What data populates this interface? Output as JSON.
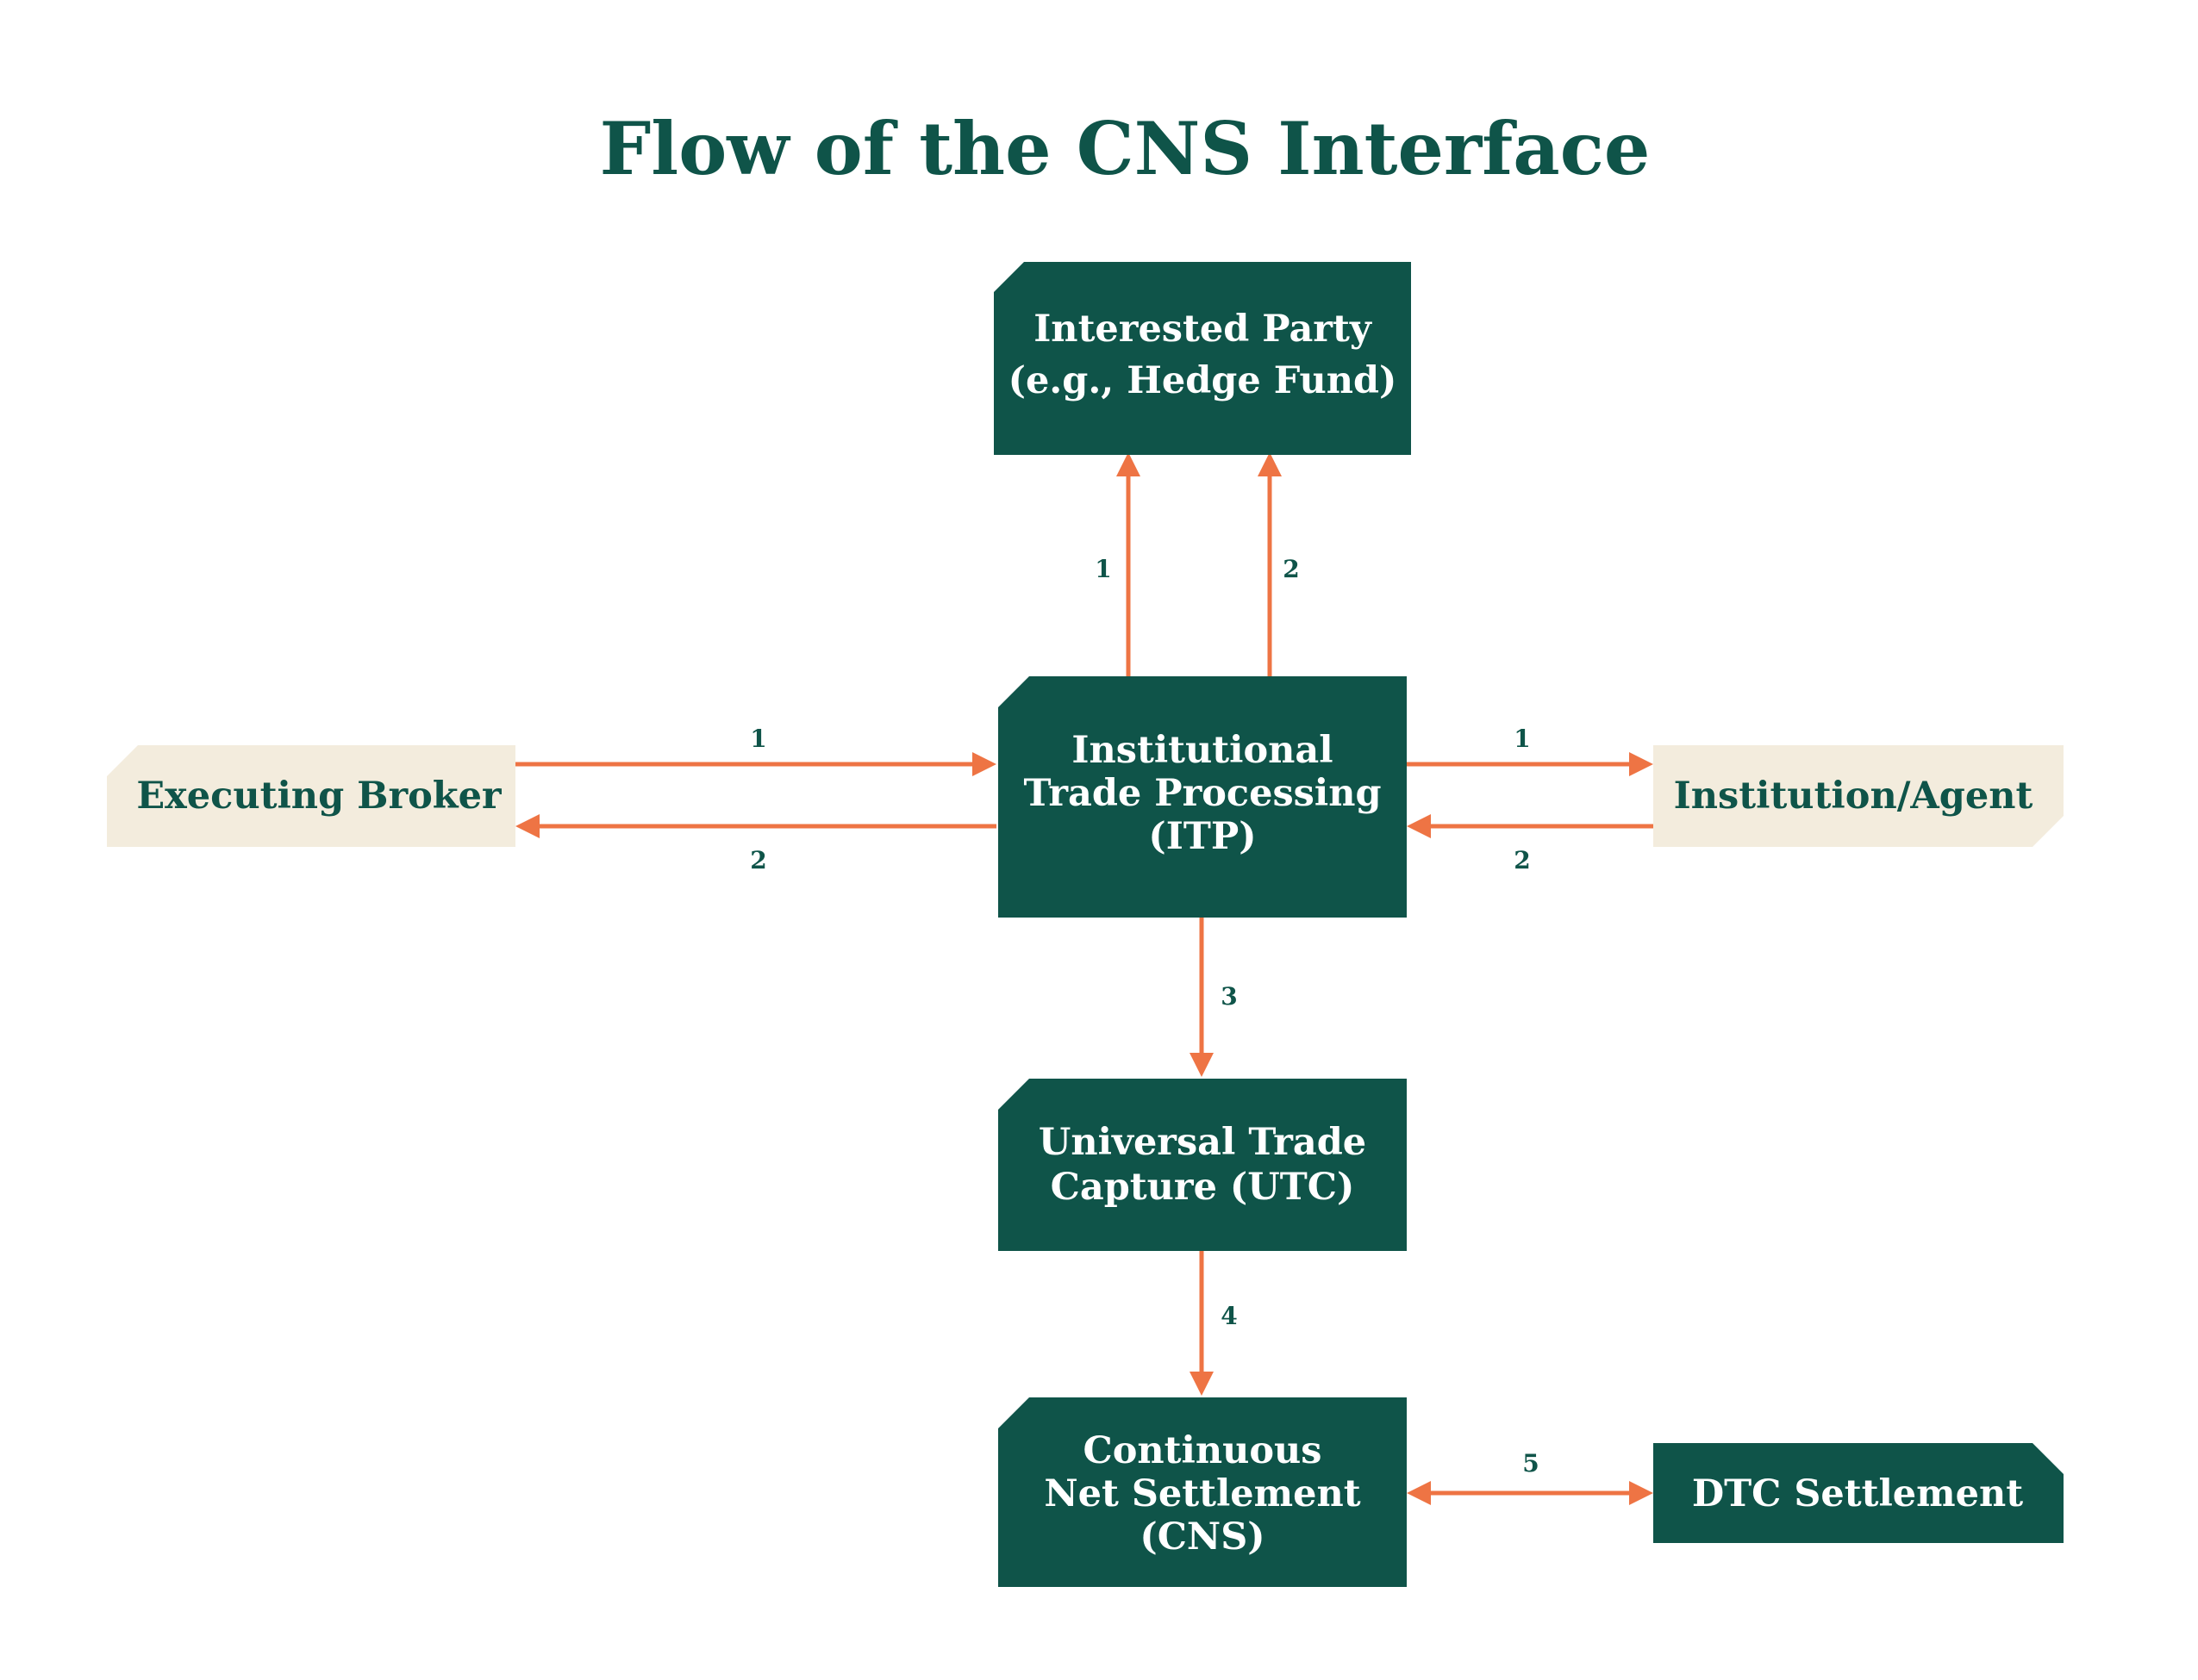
{
  "title": "Flow of the CNS Interface",
  "colors": {
    "dark_green": "#0f5449",
    "cream": "#f3ecdd",
    "orange": "#ee7444",
    "white": "#ffffff"
  },
  "nodes": {
    "interested_party": {
      "lines": [
        "Interested Party",
        "(e.g., Hedge Fund)"
      ]
    },
    "itp": {
      "lines": [
        "Institutional",
        "Trade Processing",
        "(ITP)"
      ]
    },
    "executing_broker": {
      "lines": [
        "Executing Broker"
      ]
    },
    "institution_agent": {
      "lines": [
        "Institution/Agent"
      ]
    },
    "utc": {
      "lines": [
        "Universal Trade",
        "Capture (UTC)"
      ]
    },
    "cns": {
      "lines": [
        "Continuous",
        "Net Settlement",
        "(CNS)"
      ]
    },
    "dtc": {
      "lines": [
        "DTC Settlement"
      ]
    }
  },
  "flows": {
    "itp_to_party_1": "1",
    "itp_to_party_2": "2",
    "broker_to_itp": "1",
    "itp_to_broker": "2",
    "itp_to_institution": "1",
    "institution_to_itp": "2",
    "itp_to_utc": "3",
    "utc_to_cns": "4",
    "cns_dtc": "5"
  }
}
